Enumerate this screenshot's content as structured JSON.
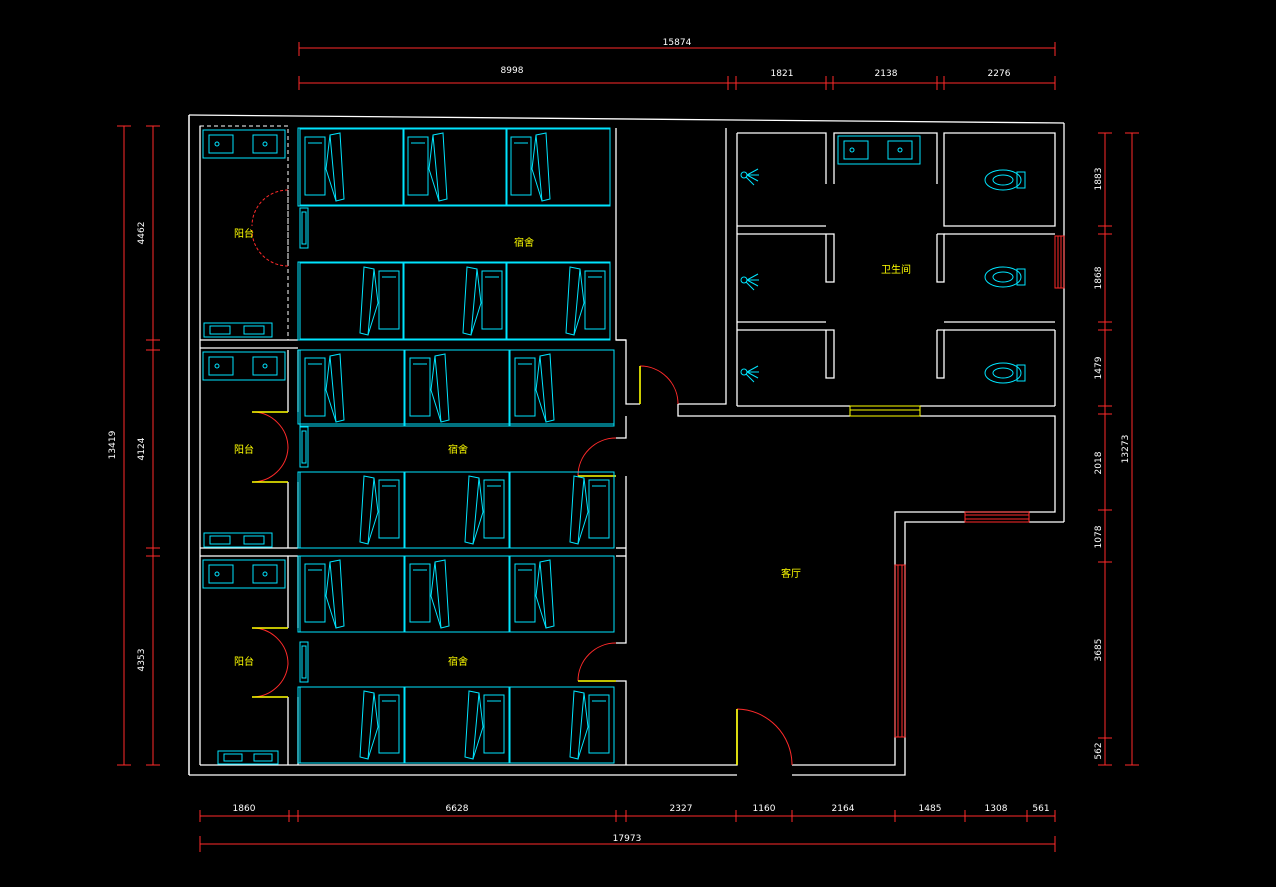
{
  "colors": {
    "background": "#000000",
    "wall": "#ffffff",
    "furniture": "#00e5ff",
    "dimension": "#ff2a2a",
    "label": "#ffff00"
  },
  "rooms": {
    "dorm_label": "宿舍",
    "balcony_label": "阳台",
    "bathroom_label": "卫生间",
    "living_label": "客厅"
  },
  "dimensions": {
    "top_total": "15874",
    "top_a": "8998",
    "top_b": "1821",
    "top_c": "2138",
    "top_d": "2276",
    "bottom_total": "17973",
    "bottom_a": "1860",
    "bottom_b": "6628",
    "bottom_c": "2327",
    "bottom_d": "1160",
    "bottom_e": "2164",
    "bottom_f": "1485",
    "bottom_g": "1308",
    "bottom_h": "561",
    "left_total": "13419",
    "left_a": "4462",
    "left_b": "4124",
    "left_c": "4353",
    "right_total": "13273",
    "right_a": "1883",
    "right_b": "1868",
    "right_c": "1479",
    "right_d": "2018",
    "right_e": "1078",
    "right_f": "3685",
    "right_g": "562"
  }
}
